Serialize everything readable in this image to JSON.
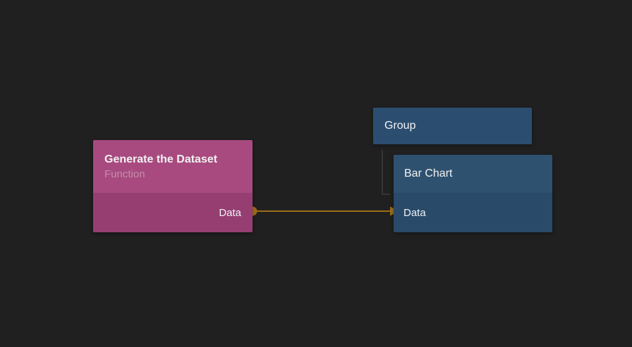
{
  "colors": {
    "canvas_bg": "#202020",
    "pink_header": "#a84a7f",
    "pink_body": "#963e72",
    "blue_header": "#2e5170",
    "blue_body": "#294a68",
    "group_fill": "#2b4e70",
    "wire": "#9c6e18",
    "elbow": "#3c3c3c",
    "title_text": "#f2f2f2",
    "subtitle_text": "#c18fac",
    "port_text": "#eef2f5"
  },
  "nodes": {
    "generate_dataset": {
      "title": "Generate the Dataset",
      "subtitle": "Function",
      "output_port_label": "Data"
    },
    "group": {
      "title": "Group"
    },
    "bar_chart": {
      "title": "Bar Chart",
      "input_port_label": "Data"
    }
  },
  "connection": {
    "from_node": "Generate the Dataset",
    "from_port": "Data",
    "to_node": "Bar Chart",
    "to_port": "Data"
  }
}
